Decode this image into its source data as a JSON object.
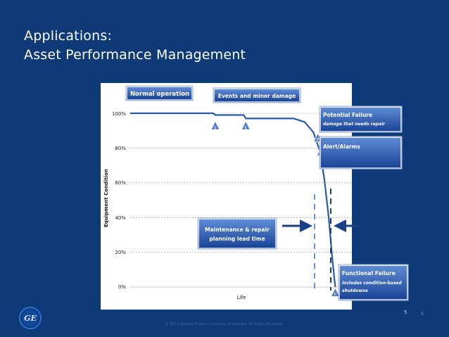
{
  "slide": {
    "title_line1": "Applications:",
    "title_line2": "Asset Performance Management",
    "footer_copyright": "© 2013 General Electric Company. Proprietary. All Rights Reserved.",
    "page_number_primary": "5",
    "page_number_secondary": "5"
  },
  "logo": {
    "text": "GE"
  },
  "colors": {
    "background": "#0e3a78",
    "curve": "#2a5aa8",
    "callout_fill": "#1f4f9e",
    "callout_border": "#c9d3e6",
    "marker": "#4b78c4"
  },
  "chart_data": {
    "type": "line",
    "title": "",
    "xlabel": "Life",
    "ylabel": "Equipment Condition",
    "y_ticks": [
      "100%",
      "80%",
      "60%",
      "40%",
      "20%",
      "0%"
    ],
    "ylim": [
      0,
      100
    ],
    "series": [
      {
        "x": [
          0,
          0.38,
          0.39,
          0.52,
          0.53,
          0.75,
          0.8,
          0.84,
          0.87,
          0.89,
          0.91,
          0.925,
          0.94
        ],
        "values": [
          100,
          100,
          99,
          99,
          97,
          97,
          95,
          89,
          78,
          62,
          40,
          18,
          0
        ]
      }
    ],
    "event_markers": [
      {
        "label": "E",
        "x": 0.39,
        "y": 93
      },
      {
        "label": "E",
        "x": 0.53,
        "y": 93
      },
      {
        "label": "P",
        "x": 0.86,
        "y": 86
      },
      {
        "label": "A",
        "x": 0.875,
        "y": 78
      },
      {
        "label": "F",
        "x": 0.94,
        "y": -3
      }
    ],
    "annotations": {
      "normal_operation": "Normal operation",
      "events_minor": "Events and minor damage",
      "potential_failure_title": "Potential Failure",
      "potential_failure_sub": "damage that needs repair",
      "alert_alarms": "Alert/Alarms",
      "maintenance_line1": "Maintenance & repair",
      "maintenance_line2": "planning lead time",
      "functional_failure_title": "Functional Failure",
      "functional_failure_sub1": "includes condition-based",
      "functional_failure_sub2": "shutdowns"
    },
    "grid": true
  }
}
